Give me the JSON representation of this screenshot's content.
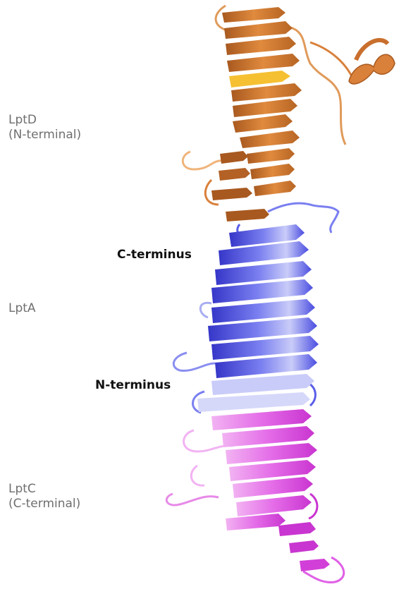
{
  "labels": {
    "lptd": {
      "line1": "LptD",
      "line2": "(N-terminal)"
    },
    "lpta": {
      "line1": "LptA"
    },
    "lptc": {
      "line1": "LptC",
      "line2": "(C-terminal)"
    }
  },
  "annotations": {
    "c_terminus": "C-terminus",
    "n_terminus": "N-terminus"
  },
  "colors": {
    "lptd": "#d9803a",
    "lptd_dark": "#a8591f",
    "lptd_light": "#f0b47a",
    "lptd_highlight": "#f5c032",
    "lpta": "#5a5ee8",
    "lpta_dark": "#3536c8",
    "lpta_light": "#a9aef2",
    "lptc": "#e060e6",
    "lptc_dark": "#c935d0",
    "lptc_light": "#f2b3f2"
  }
}
